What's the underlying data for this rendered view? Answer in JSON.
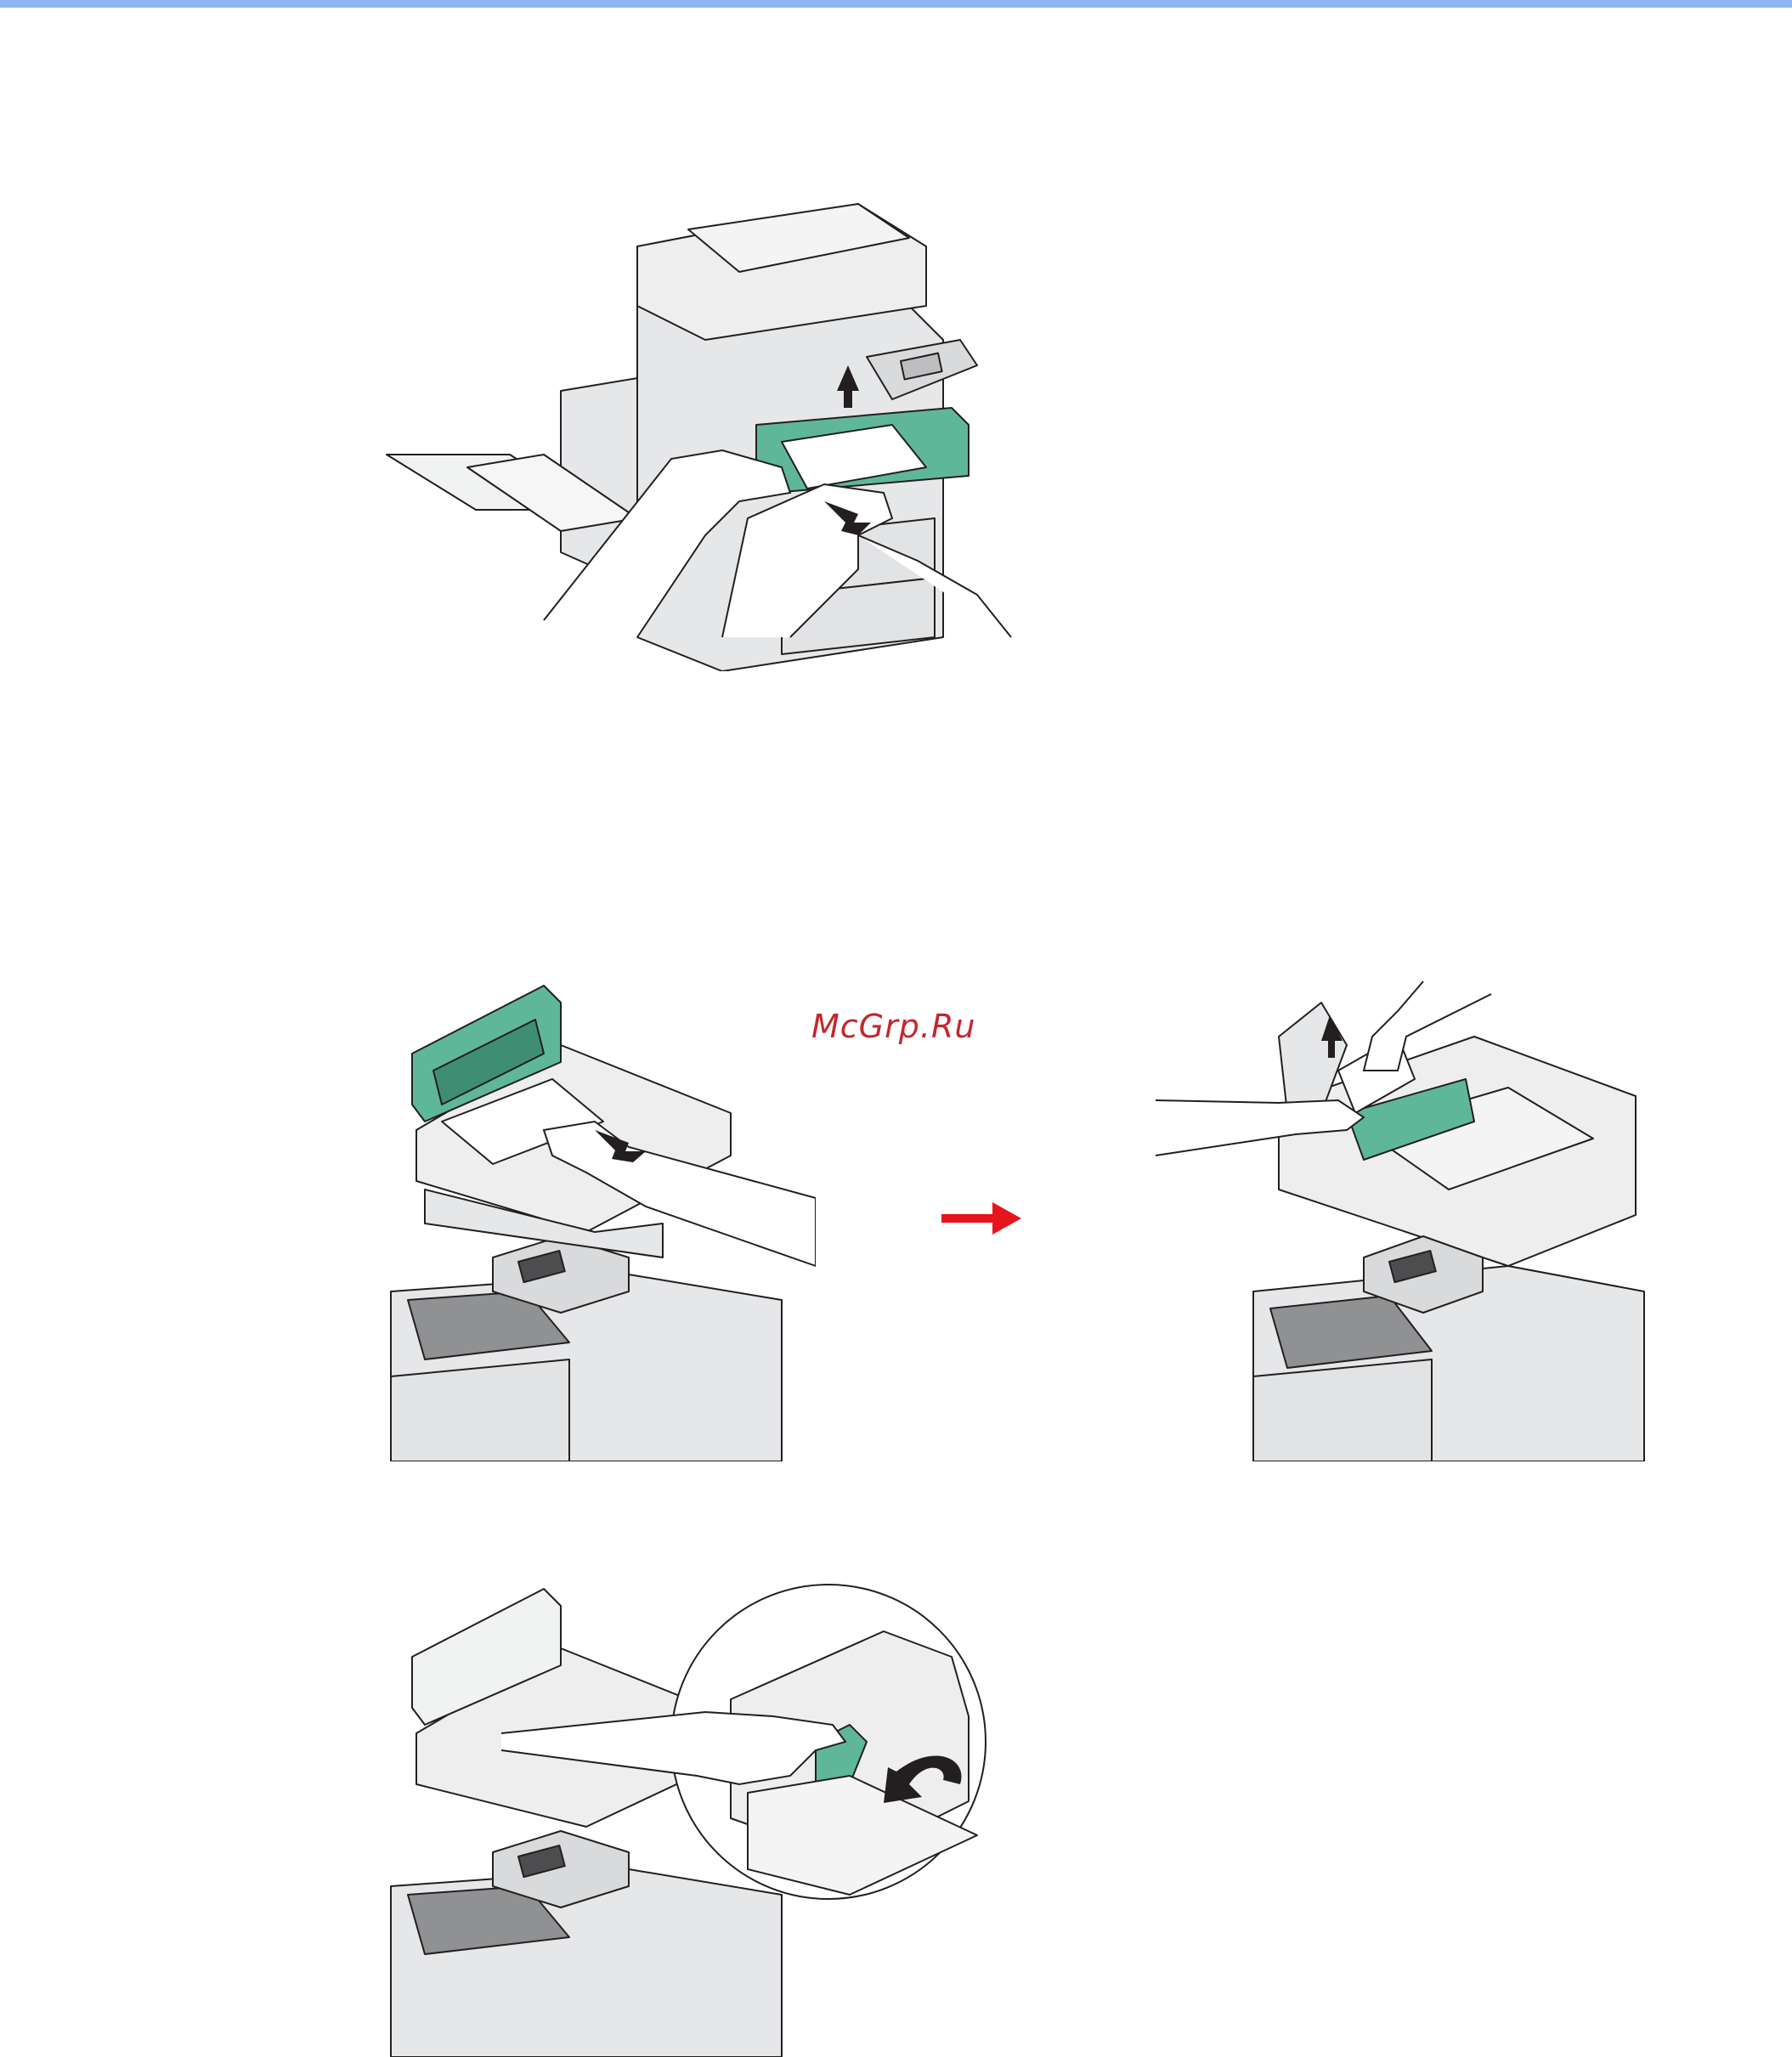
{
  "watermark": {
    "text": "McGrp.Ru"
  },
  "colors": {
    "top_rule": "#8fb6f2",
    "accent_green": "#5fb79a",
    "machine_grey": "#e6e7e8",
    "outline": "#231f20",
    "arrow_red": "#e8141c",
    "watermark_red": "#c4272d"
  },
  "figures": [
    {
      "name": "remove-paper-from-finisher-bridge"
    },
    {
      "name": "open-document-processor-cover-and-pull-paper"
    },
    {
      "name": "lift-feed-unit-and-remove-paper"
    },
    {
      "name": "close-feed-guide-detail"
    }
  ],
  "icons": [
    "arrow-up-icon",
    "arrow-down-icon",
    "arrow-right-icon",
    "rotate-arrow-icon"
  ]
}
